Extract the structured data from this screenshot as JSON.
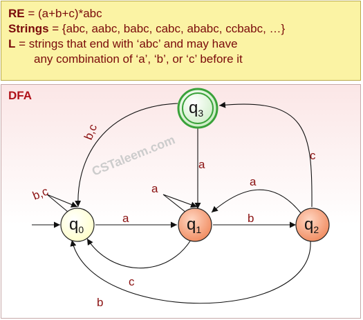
{
  "definition": {
    "re_label": "RE",
    "re_value": " = (a+b+c)*abc",
    "strings_label": "Strings",
    "strings_value": " =  {abc, aabc, babc, cabc, ababc, ccbabc, …}",
    "lang_label": "L",
    "lang_value_1": " =  strings that end with ‘abc’ and may have",
    "lang_value_2": "any combination of ‘a’, ‘b’, or ‘c’ before it"
  },
  "dfa": {
    "title": "DFA",
    "watermark": "CSTaleem.com",
    "states": [
      {
        "id": "q0",
        "base": "q",
        "sub": "0",
        "fill": "#ffffc8",
        "kind": "start"
      },
      {
        "id": "q1",
        "base": "q",
        "sub": "1",
        "fill": "#f6a07a",
        "kind": "normal"
      },
      {
        "id": "q2",
        "base": "q",
        "sub": "2",
        "fill": "#f6a07a",
        "kind": "normal"
      },
      {
        "id": "q3",
        "base": "q",
        "sub": "3",
        "fill": "#d8f2d0",
        "kind": "accept"
      }
    ],
    "transitions": [
      {
        "from": "q0",
        "to": "q0",
        "label": "b,c"
      },
      {
        "from": "q0",
        "to": "q1",
        "label": "a"
      },
      {
        "from": "q1",
        "to": "q1",
        "label": "a"
      },
      {
        "from": "q1",
        "to": "q0",
        "label": "c"
      },
      {
        "from": "q1",
        "to": "q2",
        "label": "b"
      },
      {
        "from": "q2",
        "to": "q1",
        "label": "a"
      },
      {
        "from": "q2",
        "to": "q0",
        "label": "b"
      },
      {
        "from": "q2",
        "to": "q3",
        "label": "c"
      },
      {
        "from": "q3",
        "to": "q1",
        "label": "a"
      },
      {
        "from": "q3",
        "to": "q0",
        "label": "b,c"
      }
    ],
    "colors": {
      "accent": "#b0121a",
      "label": "#8a1010",
      "start_state": "#ffffc8",
      "state": "#f6a07a",
      "accept_state": "#d8f2d0",
      "accept_ring": "#3aa23a"
    }
  }
}
